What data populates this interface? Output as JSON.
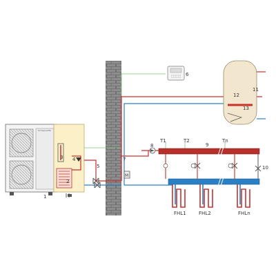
{
  "brand": "Someonelife",
  "labels": {
    "l1": "1",
    "l2": "2",
    "l3": "3",
    "l4": "4",
    "l5": "5",
    "l6": "6",
    "l7": "7",
    "l8": "8",
    "l9": "9",
    "l10": "10",
    "l11": "11",
    "l12": "12",
    "l13": "13",
    "t1": "T1",
    "t2": "T2",
    "tn": "Tn",
    "fhl1": "FHL1",
    "fhl2": "FHL2",
    "fhln": "FHLn",
    "m": "M"
  },
  "colors": {
    "hot": "#c8302c",
    "cold": "#2b7fc4",
    "signal": "#7fc47a",
    "wall": "#8a8a8a",
    "indoor": "#fbf0c8",
    "tank": "#f3e6cf",
    "manifold_hot": "#b8302c",
    "manifold_cold": "#2b7fc4"
  }
}
